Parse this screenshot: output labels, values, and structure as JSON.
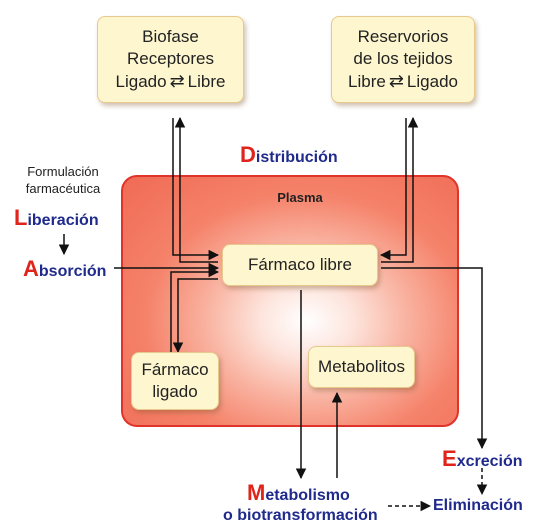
{
  "boxes": {
    "biofase": {
      "line1": "Biofase",
      "line2": "Receptores",
      "left": "Ligado",
      "right": "Libre"
    },
    "reservorios": {
      "line1": "Reservorios",
      "line2": "de los tejidos",
      "left": "Libre",
      "right": "Ligado"
    },
    "farmaco_libre": "Fármaco libre",
    "farmaco_ligado": {
      "line1": "Fármaco",
      "line2": "ligado"
    },
    "metabolitos": "Metabolitos",
    "equilibrium_symbol": "⇄"
  },
  "plasma_label": "Plasma",
  "formulacion": {
    "line1": "Formulación",
    "line2": "farmacéutica"
  },
  "stages": {
    "distribucion": {
      "cap": "D",
      "rest": "istribución"
    },
    "liberacion": {
      "cap": "L",
      "rest": "iberación"
    },
    "absorcion": {
      "cap": "A",
      "rest": "bsorción"
    },
    "excrecion": {
      "cap": "E",
      "rest": "xcreción"
    },
    "metabolismo": {
      "cap": "M",
      "rest": "etabolismo"
    }
  },
  "metabolismo_line2": "o biotransformación",
  "eliminacion": "Eliminación",
  "colors": {
    "accent_red": "#e0241b",
    "label_blue": "#1f2a8c",
    "box_fill": "#fdf6cf",
    "plasma_border": "#e0342a"
  }
}
